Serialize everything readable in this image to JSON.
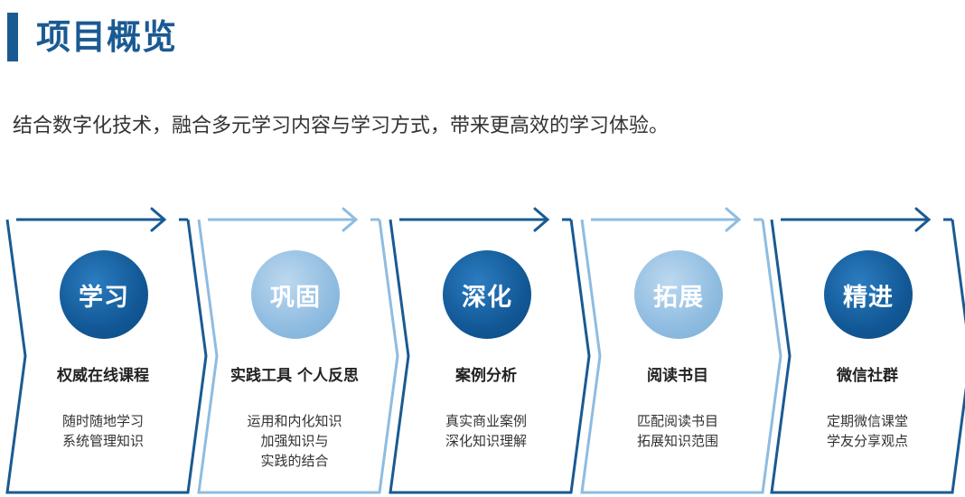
{
  "header": {
    "title": "项目概览",
    "subtitle": "结合数字化技术，融合多元学习内容与学习方式，带来更高效的学习体验。"
  },
  "colors": {
    "dark": "#1a5a93",
    "light": "#8fbce0"
  },
  "steps": [
    {
      "circle": "学习",
      "title": "权威在线课程",
      "desc": [
        "随时随地学习",
        "系统管理知识"
      ],
      "tone": "dark"
    },
    {
      "circle": "巩固",
      "title": "实践工具 个人反思",
      "desc": [
        "运用和内化知识",
        "加强知识与",
        "实践的结合"
      ],
      "tone": "light"
    },
    {
      "circle": "深化",
      "title": "案例分析",
      "desc": [
        "真实商业案例",
        "深化知识理解"
      ],
      "tone": "dark"
    },
    {
      "circle": "拓展",
      "title": "阅读书目",
      "desc": [
        "匹配阅读书目",
        "拓展知识范围"
      ],
      "tone": "light"
    },
    {
      "circle": "精进",
      "title": "微信社群",
      "desc": [
        "定期微信课堂",
        "学友分享观点"
      ],
      "tone": "dark"
    }
  ]
}
